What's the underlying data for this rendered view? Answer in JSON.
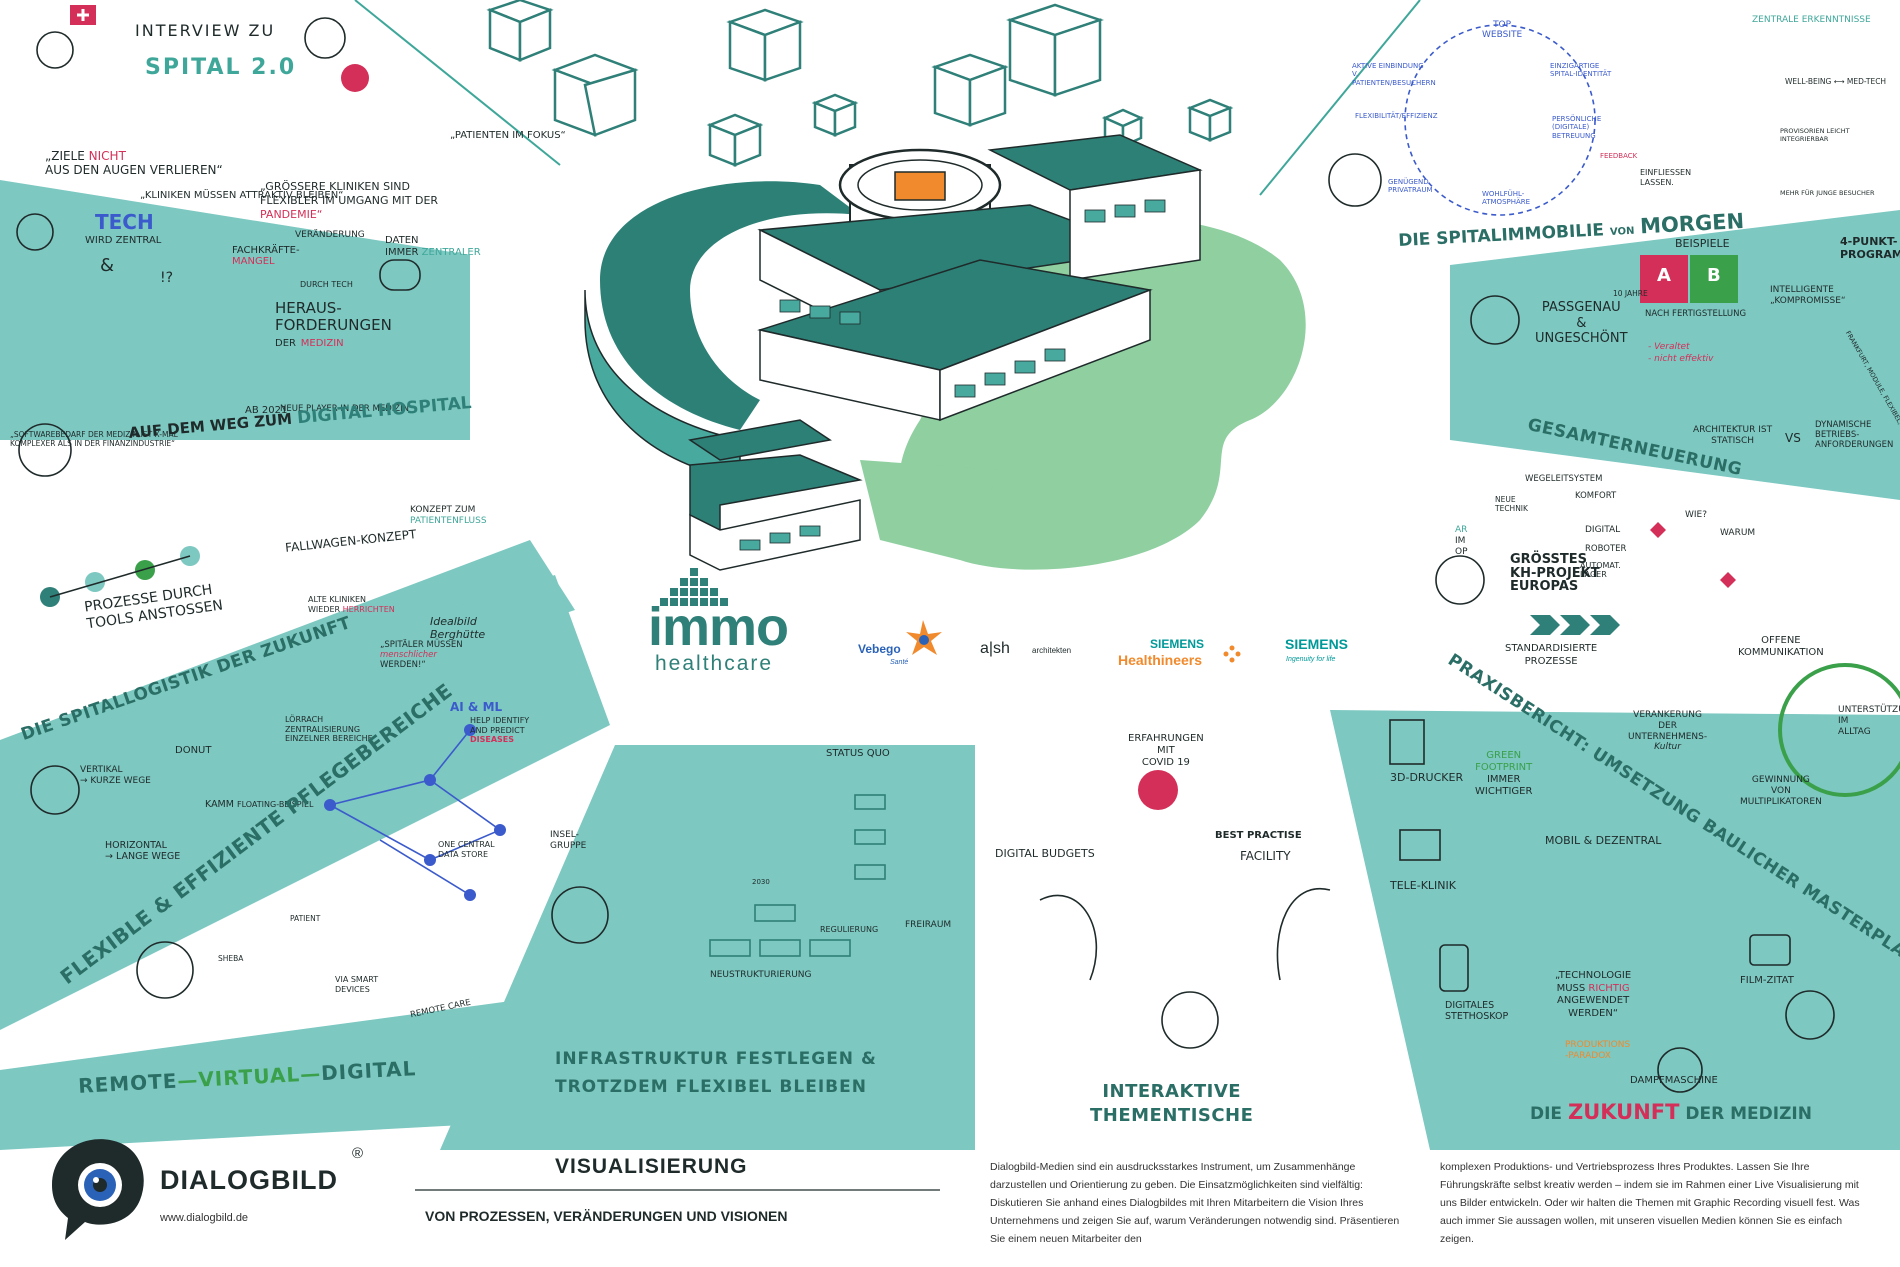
{
  "colors": {
    "teal_band": "#7dc8c1",
    "teal_dark": "#2f8078",
    "teal_mid": "#48a99e",
    "building_roof": "#2d8076",
    "accent_red": "#d42f58",
    "accent_orange": "#f08a2c",
    "green": "#3aa04a",
    "text": "#1f2a2a"
  },
  "top_left": {
    "title_a": "INTERVIEW ZU",
    "title_b": "SPITAL 2.0",
    "ziele": "„ZIELE",
    "nicht": "NICHT",
    "ziele_b": "AUS DEN AUGEN VERLIEREN“",
    "kliniken": "„KLINIKEN MÜSSEN ATTRAKTIV BLEIBEN“",
    "groessere": "„GRÖßERE KLINIKEN SIND",
    "flexibler": "FLEXIBLER",
    "im_umgang": "IM UMGANG MIT DER",
    "pandemie": "PANDEMIE“",
    "patienten": "„PATIENTEN IM FOKUS“"
  },
  "digital_hospital": {
    "tech": "TECH",
    "wird_zentral": "WIRD ZENTRAL",
    "amp": "&",
    "q": "!?",
    "fachkraefte": "FACHKRÄFTE-",
    "mangel": "MANGEL",
    "veraenderung": "VERÄNDERUNG",
    "durch_tech": "DURCH TECH",
    "heraus": "HERAUS-",
    "forderungen": "FORDERUNGEN",
    "der": "DER",
    "medizin": "MEDIZIN",
    "daten": "DATEN",
    "immer": "IMMER",
    "zentraler": "ZENTRALER",
    "software": "„SOFTWAREBEDARF DER MEDIZIN IST X-MAL KOMPLEXER ALS IN DER FINANZINDUSTRIE“",
    "ab2021": "AB 2021",
    "neue_player": "NEUE PLAYER IN DER MEDIZIN",
    "title_a": "AUF DEM WEG ZUM",
    "title_b": "DIGITAL HOSPITAL"
  },
  "logistik": {
    "fallwagen": "FALLWAGEN-KONZEPT",
    "konzept": "KONZEPT ZUM",
    "patientenfluss": "PATIENTENFLUSS",
    "prozesse": "PROZESSE DURCH",
    "tools": "TOOLS ANSTOßEN",
    "alte": "ALTE KLINIKEN",
    "wieder": "WIEDER",
    "herrichten": "HERRICHTEN",
    "idealbild": "Idealbild",
    "berghuette": "Berghütte",
    "spitaeler": "„SPITÄLER MÜSSEN",
    "menschlicher": "menschlicher",
    "werden": "WERDEN!“",
    "title": "DIE SPITALLOGISTIK DER ZUKUNFT"
  },
  "pflege": {
    "vertikal": "VERTIKAL",
    "kurze": "→ KURZE WEGE",
    "donut": "DONUT",
    "loerrach": "LÖRRACH",
    "zentral": "ZENTRALISIERUNG",
    "einzelner": "EINZELNER BEREICHE",
    "kamm": "KAMM",
    "floating": "FLOATING-BEISPIEL",
    "horizontal": "HORIZONTAL",
    "lange": "→ LANGE WEGE",
    "title": "FLEXIBLE & EFFIZIENTE PFLEGEBEREICHE"
  },
  "remote": {
    "aiml": "AI & ML",
    "help": "HELP IDENTIFY",
    "predict": "AND PREDICT",
    "diseases": "DISEASES",
    "central": "ONE CENTRAL",
    "store": "DATA STORE",
    "patient": "PATIENT",
    "smart": "VIA SMART",
    "devices": "DEVICES",
    "remote_care": "REMOTE CARE",
    "sheba": "SHEBA",
    "title_a": "REMOTE",
    "title_b": "VIRTUAL",
    "title_c": "DIGITAL",
    "dash": "—"
  },
  "infrastruktur": {
    "status": "STATUS QUO",
    "insel": "INSEL-",
    "gruppe": "GRUPPE",
    "y2030": "2030",
    "regulierung": "REGULIERUNG",
    "freiraum": "FREIRAUM",
    "neustruktur": "NEUSTRUKTURIERUNG",
    "title_a": "INFRASTRUKTUR FESTLEGEN &",
    "title_b": "TROTZDEM FLEXIBEL BLEIBEN"
  },
  "thementische": {
    "digital_budgets": "DIGITAL BUDGETS",
    "erfahrungen": "ERFAHRUNGEN",
    "mit": "MIT",
    "covid": "COVID 19",
    "best": "BEST",
    "practise": "PRACTISE",
    "facility": "FACILITY",
    "title_a": "INTERAKTIVE",
    "title_b": "THEMENTISCHE"
  },
  "zukunft_medizin": {
    "drucker": "3D-DRUCKER",
    "green": "GREEN",
    "footprint": "FOOTPRINT",
    "immer": "IMMER",
    "wichtiger": "WICHTIGER",
    "mobil": "MOBIL",
    "dezentral": "& DEZENTRAL",
    "tele": "TELE-KLINIK",
    "stetho_a": "DIGITALES",
    "stetho_b": "STETHOSKOP",
    "tech_a": "„TECHNOLOGIE",
    "tech_b": "MUSS",
    "richtig": "RICHTIG",
    "tech_c": "ANGEWENDET",
    "tech_d": "WERDEN“",
    "produktions": "PRODUKTIONS",
    "paradox": "-PARADOX",
    "film": "FILM-ZITAT",
    "dampf": "DAMPFMASCHINE",
    "title_a": "DIE",
    "title_b": "ZUKUNFT",
    "title_c": "DER MEDIZIN"
  },
  "masterplan": {
    "title": "PRAXISBERICHT: UMSETZUNG BAULICHER MASTERPLAN",
    "wegeleit": "WEGELEITSYSTEM",
    "komfort": "KOMFORT",
    "neue": "NEUE",
    "technik": "TECHNIK",
    "ar": "AR",
    "im": "IM",
    "op": "OP",
    "digital": "DIGITAL",
    "roboter": "ROBOTER",
    "automat": "AUTOMAT.",
    "lager": "LAGER",
    "groesstes": "GRÖßTES",
    "kh": "KH-PROJEKT",
    "europas": "EUROPAS",
    "standard": "STANDARDISIERTE",
    "prozesse": "PROZESSE",
    "wie": "WIE?",
    "warum": "WARUM",
    "offene": "OFFENE",
    "kommunikation": "KOMMUNIKATION",
    "verankerung": "VERANKERUNG",
    "der": "DER",
    "unternehmens": "UNTERNEHMENS-",
    "kultur": "Kultur",
    "unterstuetzung": "UNTERSTÜTZUNG",
    "im_alltag": "IM",
    "alltag": "ALLTAG",
    "gewinnung": "GEWINNUNG",
    "von": "VON",
    "multiplikatoren": "MULTIPLIKATOREN"
  },
  "gesamt": {
    "passgenau": "PASSGENAU",
    "und": "&",
    "ungeschoent": "UNGESCHÖNT",
    "jahre": "10 JAHRE",
    "beispiele": "BEISPIELE",
    "a": "A",
    "b": "B",
    "nach": "NACH FERTIGSTELLUNG",
    "veraltet": "- Veraltet",
    "nicht": "- nicht effektiv",
    "punkt": "4-PUNKT-",
    "programm": "PROGRAMM",
    "intelligente": "INTELLIGENTE",
    "kompromisse": "„KOMPROMISSE“",
    "architektur": "ARCHITEKTUR IST",
    "statisch": "STATISCH",
    "vs": "VS",
    "dynamische": "DYNAMISCHE",
    "betriebs": "BETRIEBS-",
    "anforderungen": "ANFORDERUNGEN",
    "side": "FRANKFURT, MODULE, FLEXIBEL, BETRIEBS-BEZOGEN",
    "title": "GESAMTERNEUERUNG"
  },
  "spitalimmobilie": {
    "top": "TOP",
    "website": "WEBSITE",
    "aktive": "AKTIVE EINBINDUNG V. PATIENTEN/BESUCHERN",
    "einzigartige": "EINZIGARTIGE SPITAL-IDENTITÄT",
    "flexibilitaet": "FLEXIBILITÄT/EFFIZIENZ",
    "persoenliche": "PERSÖNLICHE (DIGITALE) BETREUUNG",
    "genuegend": "GENÜGEND",
    "privatraum": "PRIVATRAUM",
    "wohlfuehl": "WOHLFÜHL-",
    "atmosphaere": "ATMOSPHÄRE",
    "feedback": "FEEDBACK",
    "einfliessen": "EINFLIEßEN",
    "lassen": "LASSEN.",
    "zentrale": "ZENTRALE ERKENNTNISSE",
    "wellbeing": "WELL-BEING",
    "medtech": "MED-TECH",
    "provisorien": "PROVISORIEN LEICHT INTEGRIERBAR",
    "mehr": "MEHR FÜR JUNGE BESUCHER",
    "title_a": "DIE SPITALIMMOBILIE",
    "title_b": "VON",
    "title_c": "MORGEN"
  },
  "logos": {
    "immo": "immo",
    "healthcare": "healthcare",
    "vebego": "Vebego",
    "sante": "Santé",
    "ash": "a|sh",
    "architekten": "architekten",
    "siemens": "SIEMENS",
    "healthineers": "Healthineers",
    "siemens2": "SIEMENS",
    "ingenuity": "Ingenuity for life",
    "dialogbild": "DIALOGBILD",
    "reg": "®",
    "url": "www.dialogbild.de"
  },
  "footer": {
    "vis_title": "VISUALISIERUNG",
    "vis_sub": "VON PROZESSEN, VERÄNDERUNGEN UND VISIONEN",
    "col1": "Dialogbild-Medien sind ein ausdrucksstarkes Instrument, um Zusammenhänge darzustellen und Orientierung zu geben. Die Einsatzmöglichkeiten sind vielfältig: Diskutieren Sie anhand eines Dialogbildes mit Ihren Mitarbeitern die Vision Ihres Unternehmens und zeigen Sie auf, warum Veränderungen notwendig sind. Präsentieren Sie einem neuen Mitarbeiter den",
    "col2": "komplexen Produktions- und Vertriebsprozess Ihres Produktes. Lassen Sie Ihre Führungskräfte selbst kreativ werden – indem sie im Rahmen einer Live Visualisierung mit uns Bilder entwickeln. Oder wir halten die Themen mit Graphic Recording visuell fest. Was auch immer Sie aussagen wollen, mit unseren visuellen Medien können Sie es einfach zeigen."
  }
}
